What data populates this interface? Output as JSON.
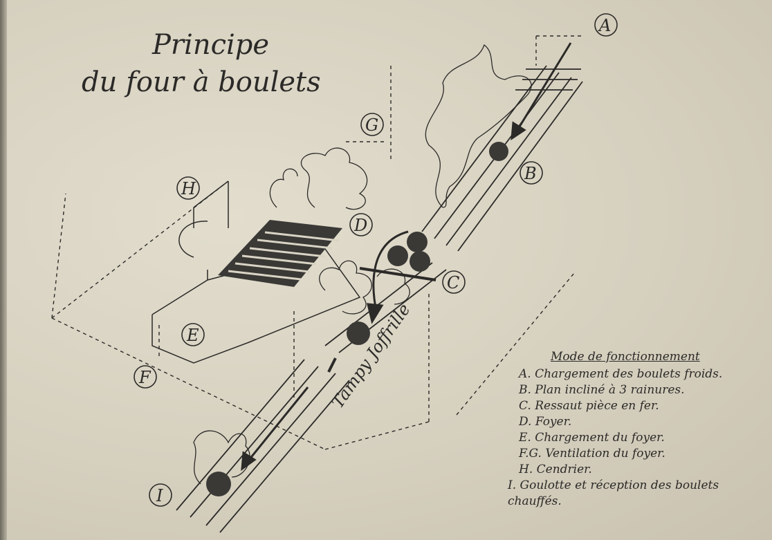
{
  "title": {
    "line1": "Principe",
    "line2": "du four à boulets"
  },
  "labels": {
    "A": "A",
    "B": "B",
    "C": "C",
    "D": "D",
    "E": "E",
    "F": "F",
    "G": "G",
    "H": "H",
    "I": "I"
  },
  "chute_inscription": "Tampy Joffrille",
  "legend": {
    "heading": "Mode de fonctionnement",
    "items": [
      "A. Chargement des boulets froids.",
      "B. Plan incliné à 3 rainures.",
      "C. Ressaut pièce en fer.",
      "D. Foyer.",
      "E. Chargement du foyer.",
      "F.G. Ventilation du foyer.",
      "H. Cendrier.",
      "I. Goulotte et réception des boulets"
    ],
    "continuation": "chauffés."
  },
  "colors": {
    "ink": "#2b2a28",
    "paper": "#d9d4c4"
  }
}
